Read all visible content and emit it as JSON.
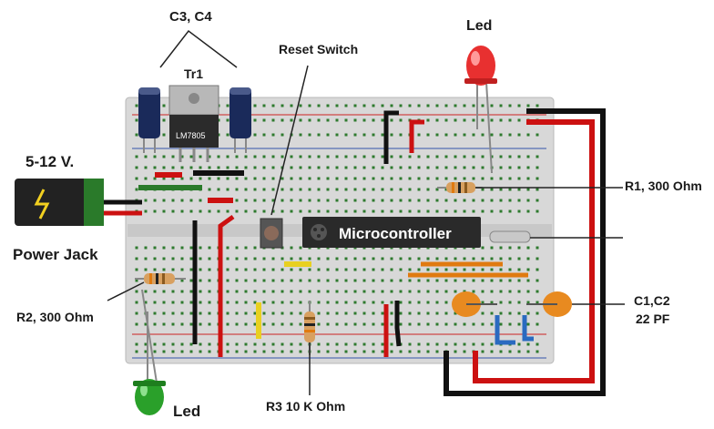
{
  "labels": {
    "c3c4": "C3, C4",
    "tr1": "Tr1",
    "reset_switch": "Reset Switch",
    "led_top": "Led",
    "voltage": "5-12 V.",
    "power_jack": "Power Jack",
    "r1": "R1, 300 Ohm",
    "r2": "R2, 300 Ohm",
    "c1c2": "C1,C2",
    "c1c2_value": "22 PF",
    "r3": "R3 10 K Ohm",
    "led_bottom": "Led",
    "microcontroller": "Microcontroller",
    "regulator": "LM7805"
  },
  "colors": {
    "breadboard": "#d8d8d8",
    "rail_line_red": "#cc2222",
    "wire_red": "#cc1111",
    "wire_black": "#111111",
    "wire_orange": "#e07a10",
    "wire_green": "#2a7a2a",
    "led_red": "#e83030",
    "led_green": "#2aa02a",
    "capacitor": "#1a2a5a",
    "crystal_caps": "#e88a20",
    "chip": "#2a2a2a"
  }
}
